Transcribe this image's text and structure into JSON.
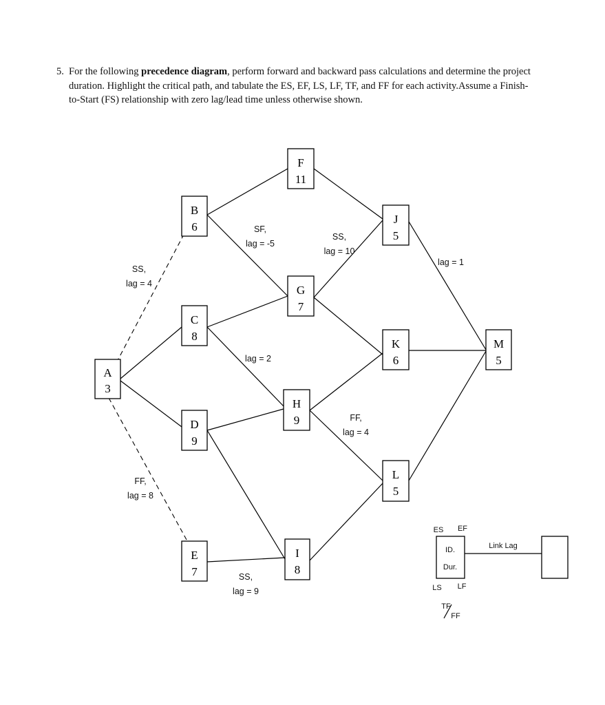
{
  "question": {
    "number": "5.",
    "text_before": "For the following ",
    "text_bold": "precedence diagram",
    "text_after": ", perform forward and backward pass calculations and determine the project duration. Highlight the critical path, and tabulate the ES, EF, LS, LF, TF, and FF for each activity.Assume a Finish-to-Start (FS) relationship with zero lag/lead time unless otherwise shown."
  },
  "nodes": {
    "A": {
      "id": "A",
      "dur": "3"
    },
    "B": {
      "id": "B",
      "dur": "6"
    },
    "C": {
      "id": "C",
      "dur": "8"
    },
    "D": {
      "id": "D",
      "dur": "9"
    },
    "E": {
      "id": "E",
      "dur": "7"
    },
    "F": {
      "id": "F",
      "dur": "11"
    },
    "G": {
      "id": "G",
      "dur": "7"
    },
    "H": {
      "id": "H",
      "dur": "9"
    },
    "I": {
      "id": "I",
      "dur": "8"
    },
    "J": {
      "id": "J",
      "dur": "5"
    },
    "K": {
      "id": "K",
      "dur": "6"
    },
    "L": {
      "id": "L",
      "dur": "5"
    },
    "M": {
      "id": "M",
      "dur": "5"
    }
  },
  "links": {
    "ab": {
      "l1": "SS,",
      "l2": "lag = 4"
    },
    "bg": {
      "l1": "SF,",
      "l2": "lag = -5"
    },
    "gj": {
      "l1": "SS,",
      "l2": "lag = 10"
    },
    "jm": {
      "l1": "lag = 1"
    },
    "ch": {
      "l1": "lag = 2"
    },
    "hl": {
      "l1": "FF,",
      "l2": "lag = 4"
    },
    "ae": {
      "l1": "FF,",
      "l2": "lag = 8"
    },
    "ei": {
      "l1": "SS,",
      "l2": "lag = 9"
    }
  },
  "legend": {
    "es": "ES",
    "ef": "EF",
    "id": "ID.",
    "dur": "Dur.",
    "ls": "LS",
    "lf": "LF",
    "tf": "TF",
    "ff": "FF",
    "link_lag": "Link Lag"
  }
}
